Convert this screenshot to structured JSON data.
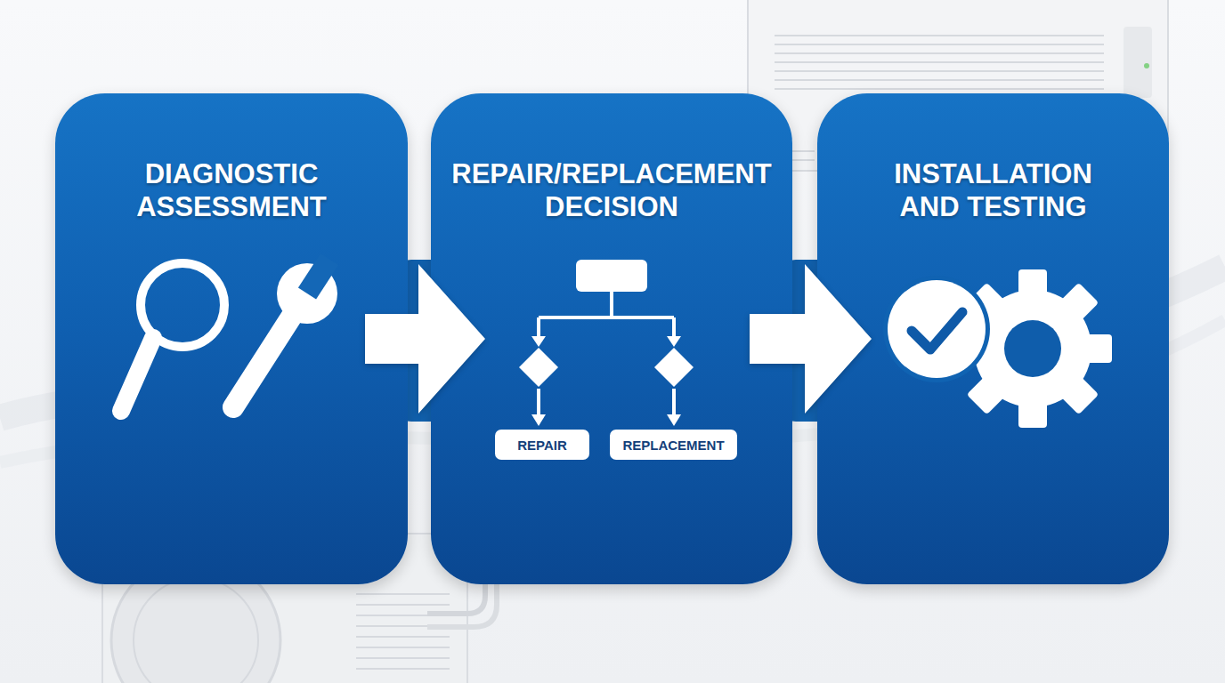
{
  "diagram": {
    "nodes": [
      {
        "text": [
          "DIAGNOSTIC ASSESSMENT"
        ]
      },
      {
        "text": [
          "REPAIR/REPLACEMENT DECISION"
        ]
      },
      {
        "text": [
          "REPAIR"
        ],
        "in": 1
      },
      {
        "text": [
          "REPLACEMENT"
        ],
        "in": 1
      },
      {
        "text": [
          "INSTALLATION AND TESTING"
        ]
      }
    ],
    "edges": [
      {
        "from": 0,
        "to": 1,
        "arrow": "to"
      },
      {
        "from": 1,
        "to": 4,
        "arrow": "to"
      }
    ]
  }
}
